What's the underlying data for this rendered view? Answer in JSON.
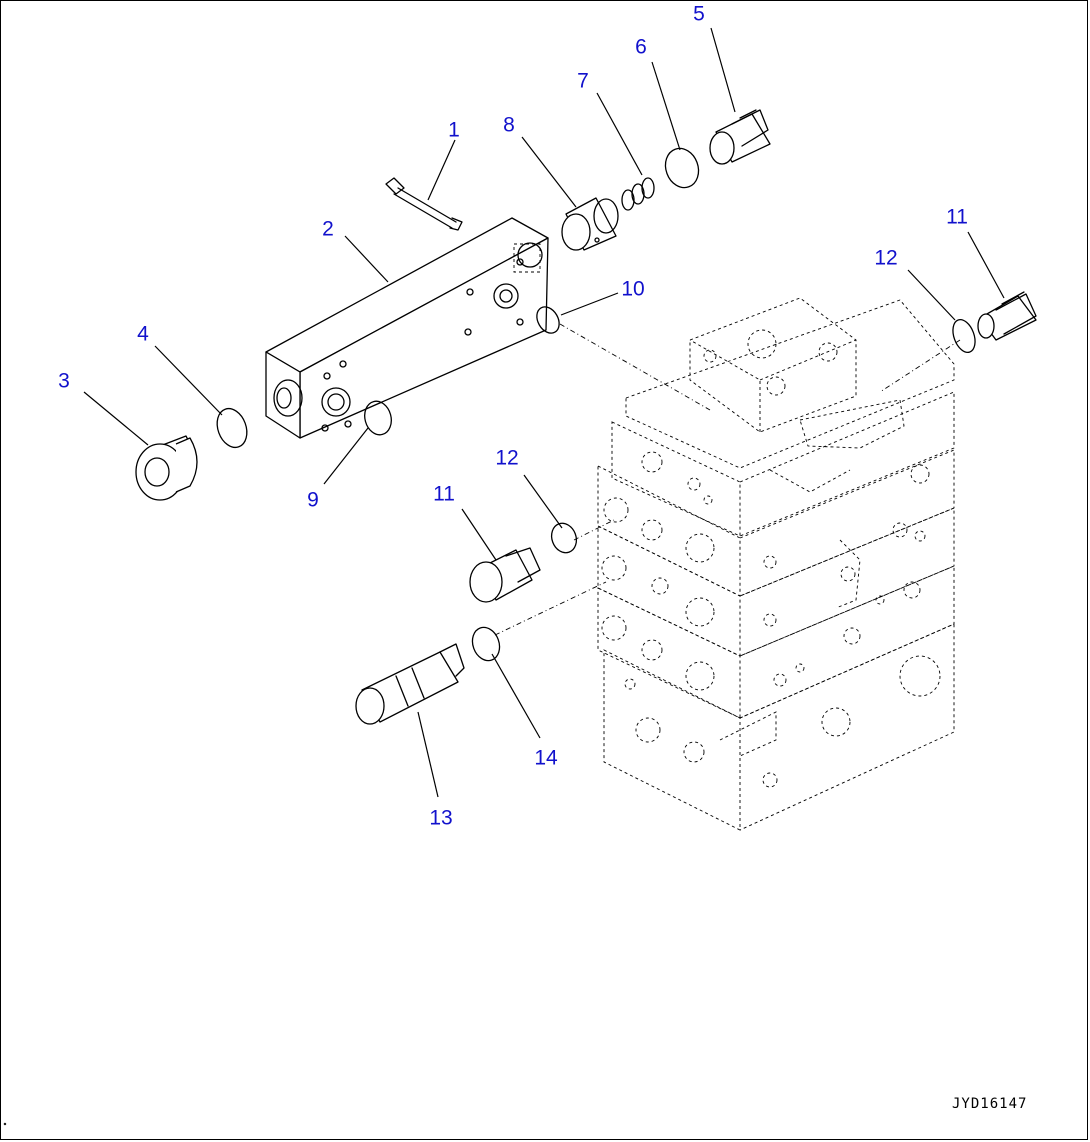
{
  "callouts": [
    "1",
    "2",
    "3",
    "4",
    "5",
    "6",
    "7",
    "8",
    "9",
    "10",
    "11",
    "12",
    "11",
    "12",
    "13",
    "14"
  ],
  "drawing_id": "JYD16147",
  "colors": {
    "callout": "#1111cc",
    "line": "#000000",
    "background": "#ffffff"
  }
}
